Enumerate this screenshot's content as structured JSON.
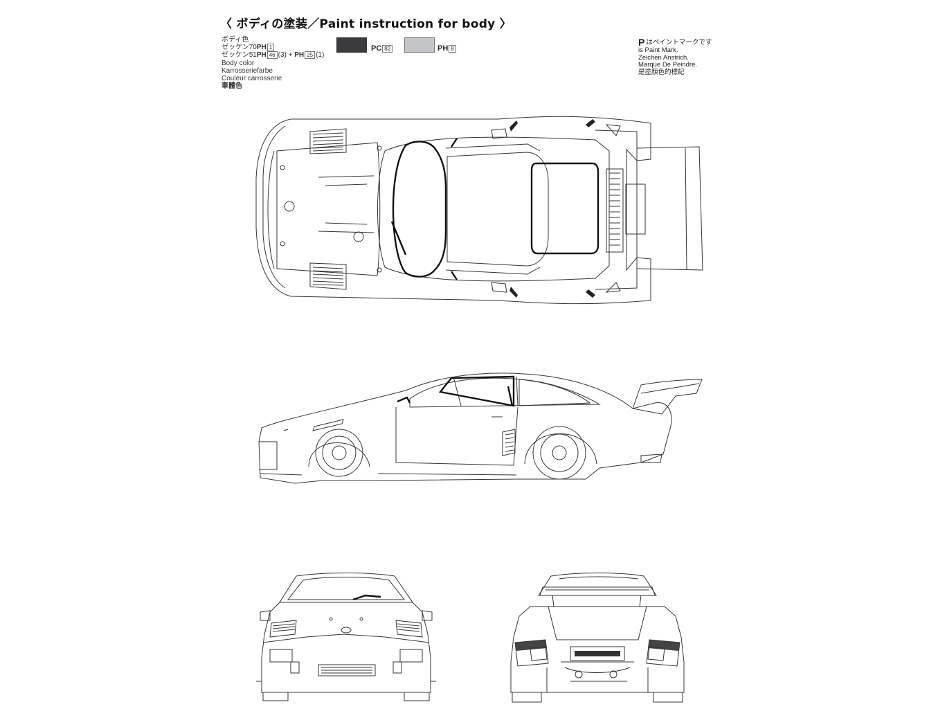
{
  "header": {
    "title": "〈 ボディの塗装／Paint instruction for body 〉"
  },
  "legend": {
    "line1": "ボディ色",
    "line2_prefix": "ゼッケン70",
    "line2_mark": "PH",
    "line2_box": "1",
    "line3_prefix": "ゼッケン51",
    "line3_mark_a": "PH",
    "line3_box_a": "46",
    "line3_qty_a": "(3) +",
    "line3_mark_b": "PH",
    "line3_box_b": "25",
    "line3_qty_b": "(1)",
    "line4": "Body color",
    "line5": "Karrosseriefarbe",
    "line6": "Couleur carrosserie",
    "line7": "車體色"
  },
  "swatches": [
    {
      "mark": "PC",
      "code": "82",
      "color": "#3b3b3d"
    },
    {
      "mark": "PH",
      "code": "8",
      "color": "#c4c5c9"
    }
  ],
  "paint_note": {
    "mark": "P",
    "line1": "はペイントマークです",
    "line2": "is Paint Mark.",
    "line3": "Zeichen Anstrich.",
    "line4": "Marque De Peindre.",
    "line5": "是塗顏色的標記"
  },
  "figures": {
    "top_view": "car-top-view",
    "side_view": "car-side-view",
    "front_view": "car-front-view",
    "rear_view": "car-rear-view"
  }
}
